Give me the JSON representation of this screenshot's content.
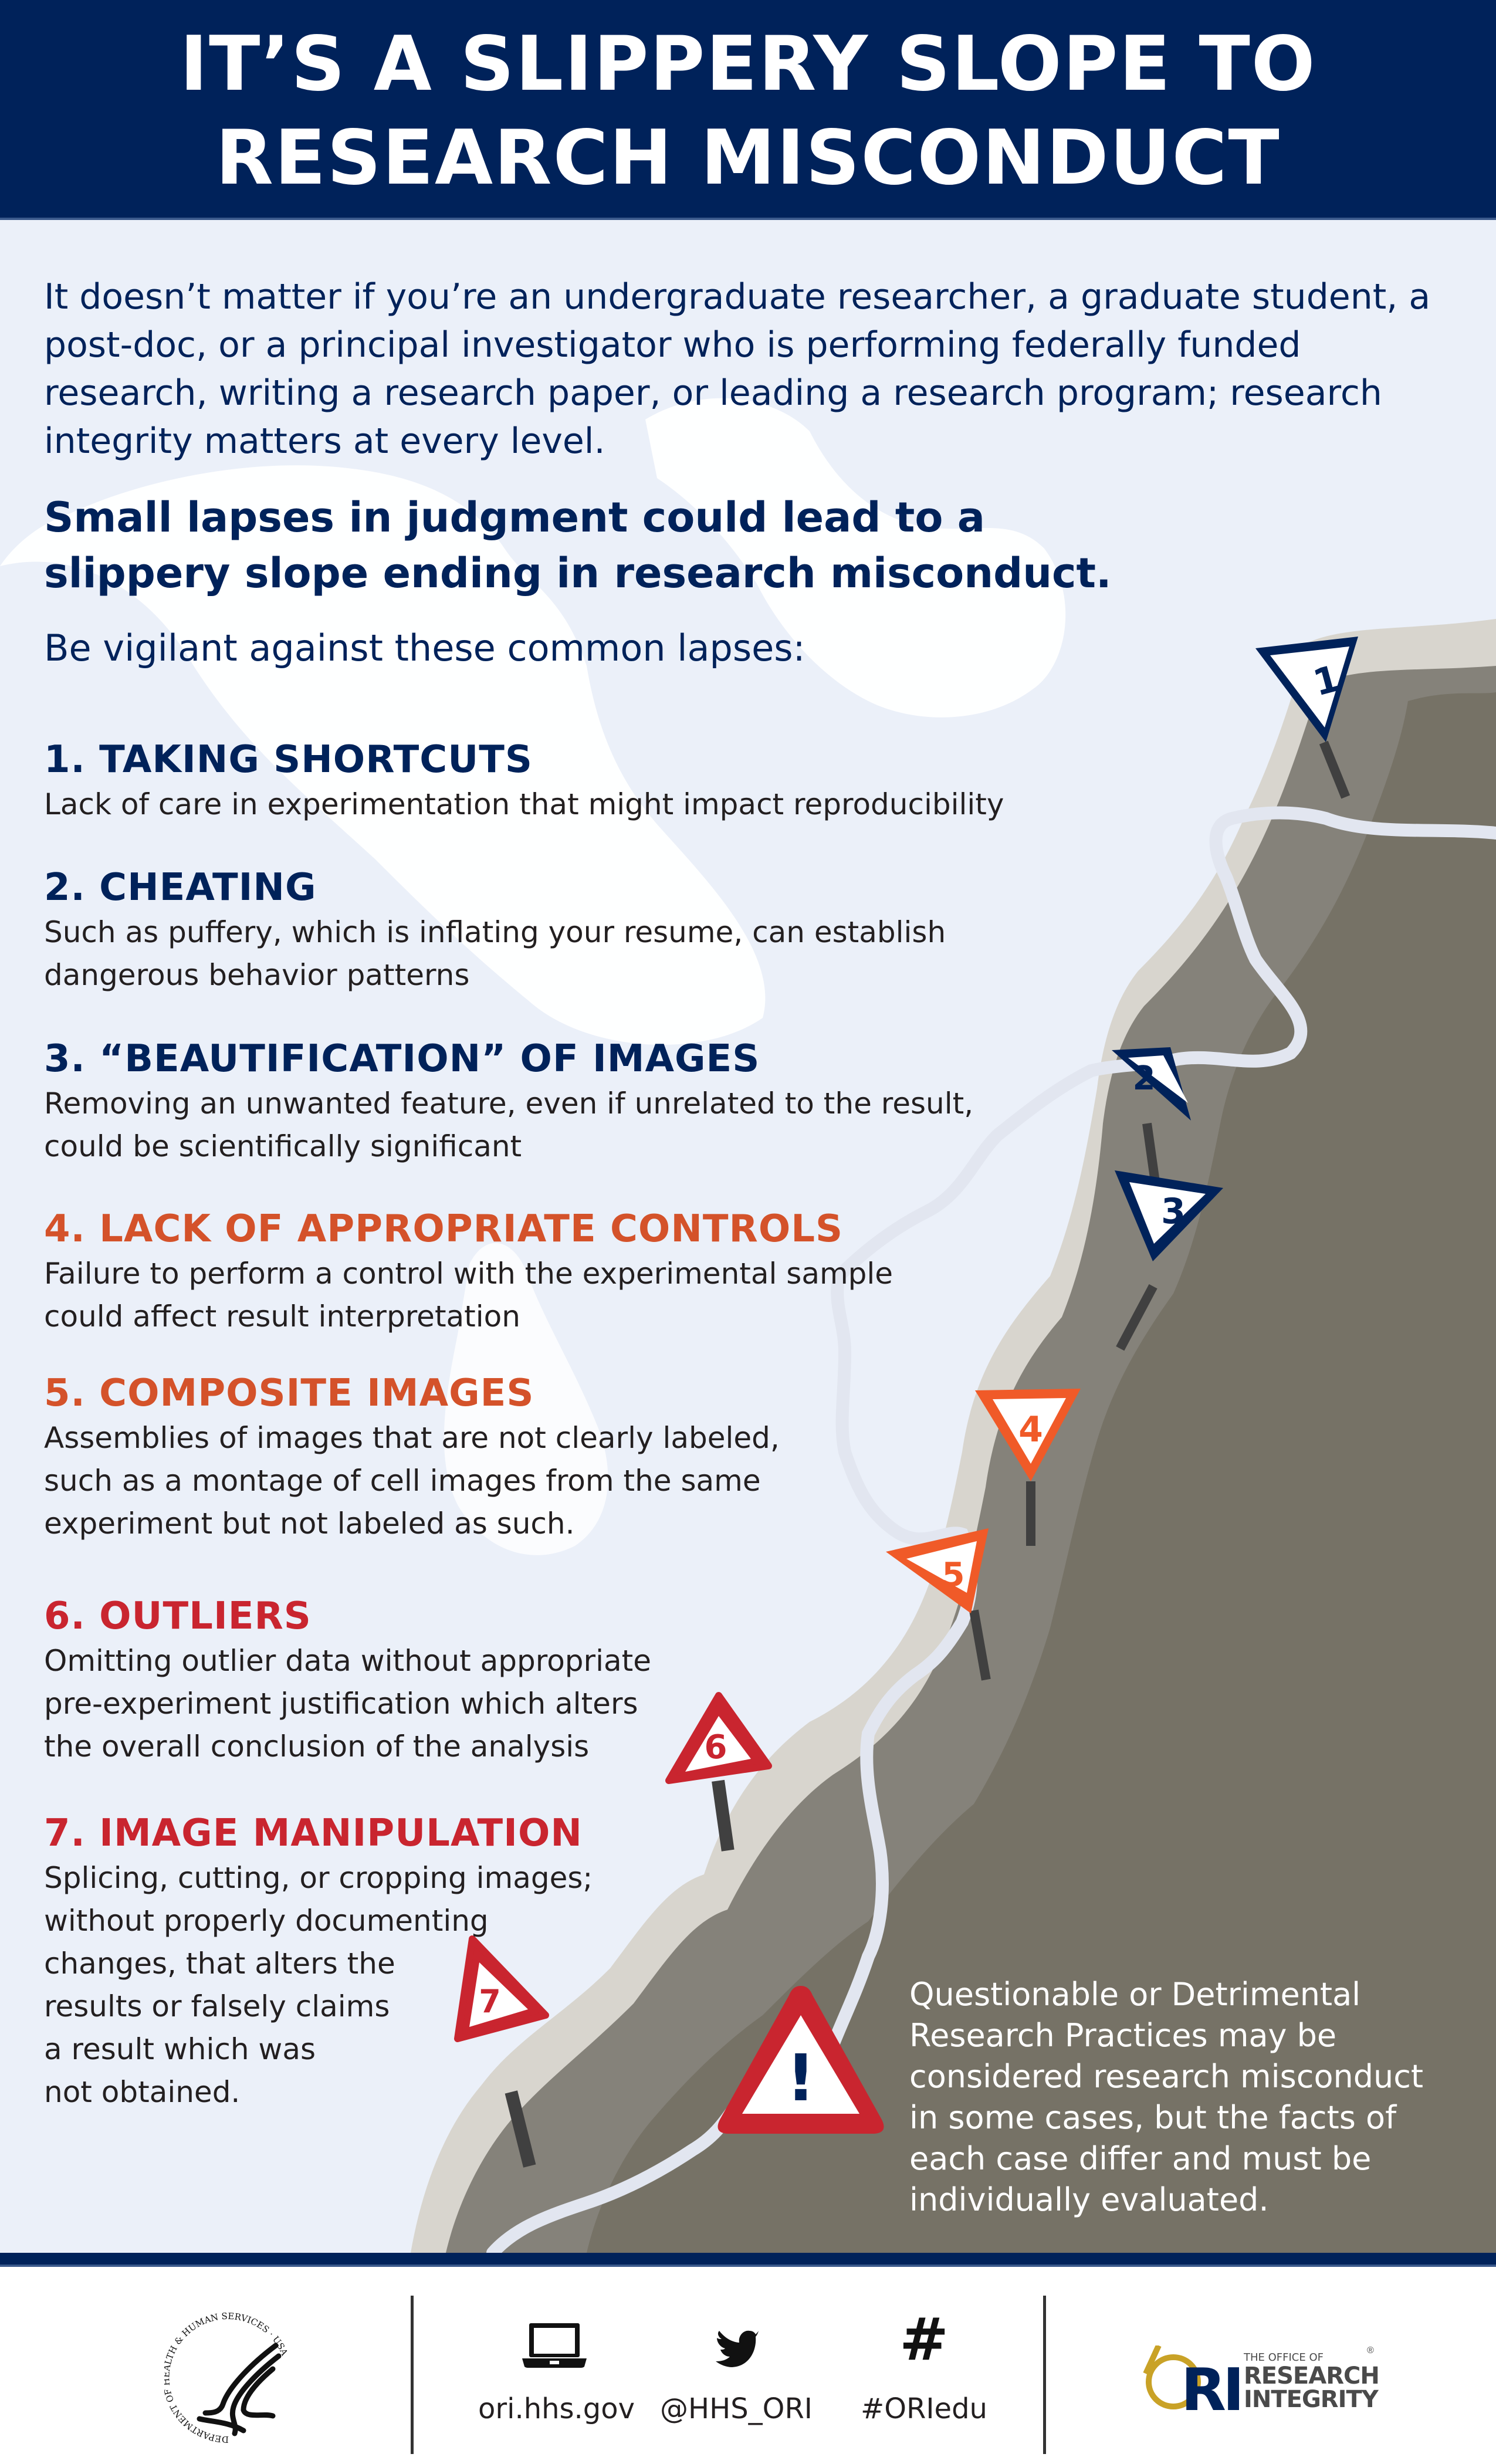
{
  "header": {
    "title_line1": "IT’S A SLIPPERY SLOPE TO",
    "title_line2": "RESEARCH MISCONDUCT"
  },
  "intro": {
    "paragraph": "It doesn’t matter if you’re an undergraduate researcher, a graduate student, a post-doc, or a principal investigator who is performing federally funded research, writing a research paper, or leading a research program; research integrity matters at every level.",
    "callout_line1": "Small lapses in judgment could lead to a",
    "callout_line2": "slippery slope ending in research misconduct.",
    "vigilant": "Be vigilant against these common lapses:"
  },
  "lapses": [
    {
      "number": "1",
      "title": "1. TAKING SHORTCUTS",
      "description": "Lack of care in experimentation that might impact reproducibility",
      "color": "#00225a"
    },
    {
      "number": "2",
      "title": "2. CHEATING",
      "description": "Such as puffery, which is inflating your resume, can establish dangerous behavior patterns",
      "color": "#00225a"
    },
    {
      "number": "3",
      "title": "3. “BEAUTIFICATION” OF IMAGES",
      "description": "Removing an unwanted feature, even if unrelated to the result, could be scientifically significant",
      "color": "#00225a"
    },
    {
      "number": "4",
      "title": "4. LACK OF APPROPRIATE CONTROLS",
      "description": "Failure to perform a control with the experimental sample could affect result interpretation",
      "color": "#d4522a"
    },
    {
      "number": "5",
      "title": "5. COMPOSITE IMAGES",
      "description": "Assemblies of images that are not clearly labeled, such as a montage of cell images from the same experiment but not labeled as such.",
      "color": "#d4522a"
    },
    {
      "number": "6",
      "title": "6. OUTLIERS",
      "description": "Omitting outlier data without appropriate pre-experiment justification which alters the overall conclusion of the analysis",
      "color": "#c9252f"
    },
    {
      "number": "7",
      "title": "7. IMAGE MANIPULATION",
      "description": "Splicing, cutting, or cropping images; without properly documenting changes, that alters the results or falsely claims a result  which was not obtained.",
      "color": "#c9252f"
    }
  ],
  "lapse_desc_lines": {
    "l1": [
      "Lack of care in experimentation that might impact reproducibility"
    ],
    "l2": [
      "Such as puffery, which is inflating your resume, can establish",
      "dangerous behavior patterns"
    ],
    "l3": [
      "Removing an unwanted feature, even if unrelated to the result,",
      "could be scientifically significant"
    ],
    "l4": [
      "Failure to perform a control with the experimental sample",
      "could affect result interpretation"
    ],
    "l5": [
      "Assemblies of images that are not clearly labeled,",
      "such as a montage of cell images from the same",
      "experiment but not labeled as such."
    ],
    "l6": [
      "Omitting outlier data without appropriate",
      "pre-experiment justification which alters",
      "the overall conclusion of the analysis"
    ],
    "l7": [
      "Splicing, cutting, or cropping images;",
      "without properly documenting",
      "changes, that alters the",
      "results or falsely claims",
      "a result  which was",
      "not obtained."
    ]
  },
  "signs": [
    {
      "label": "1",
      "color": "#00225a"
    },
    {
      "label": "2",
      "color": "#00225a"
    },
    {
      "label": "3",
      "color": "#00225a"
    },
    {
      "label": "4",
      "color": "#f05a28"
    },
    {
      "label": "5",
      "color": "#f05a28"
    },
    {
      "label": "6",
      "color": "#c9252f"
    },
    {
      "label": "7",
      "color": "#c9252f"
    }
  ],
  "notice": {
    "icon": "warning-triangle-icon",
    "symbol": "!",
    "lines": [
      "Questionable or Detrimental",
      "Research Practices may be",
      "considered research misconduct",
      "in some cases, but the facts of",
      "each case differ and must be",
      "individually evaluated."
    ]
  },
  "footer": {
    "hhs_seal_text": "DEPARTMENT OF HEALTH & HUMAN SERVICES · USA",
    "contacts": [
      {
        "icon": "laptop-icon",
        "label": "ori.hhs.gov"
      },
      {
        "icon": "twitter-bird-icon",
        "label": "@HHS_ORI"
      },
      {
        "icon": "hashtag-icon",
        "symbol": "#",
        "label": "#ORIedu"
      }
    ],
    "ori_logo": {
      "mark": "RI",
      "line1": "THE OFFICE OF",
      "line2": "RESEARCH",
      "line3": "INTEGRITY",
      "registered": "®"
    }
  },
  "colors": {
    "navy": "#00225a",
    "background": "#ebf0f9",
    "orange_text": "#d4522a",
    "orange_sign": "#f05a28",
    "red": "#c9252f",
    "mountain_dark": "#767266",
    "mountain_mid": "#85827a",
    "mountain_light": "#d8d5ce",
    "path": "#e2e6f0",
    "gold": "#c9a227"
  }
}
